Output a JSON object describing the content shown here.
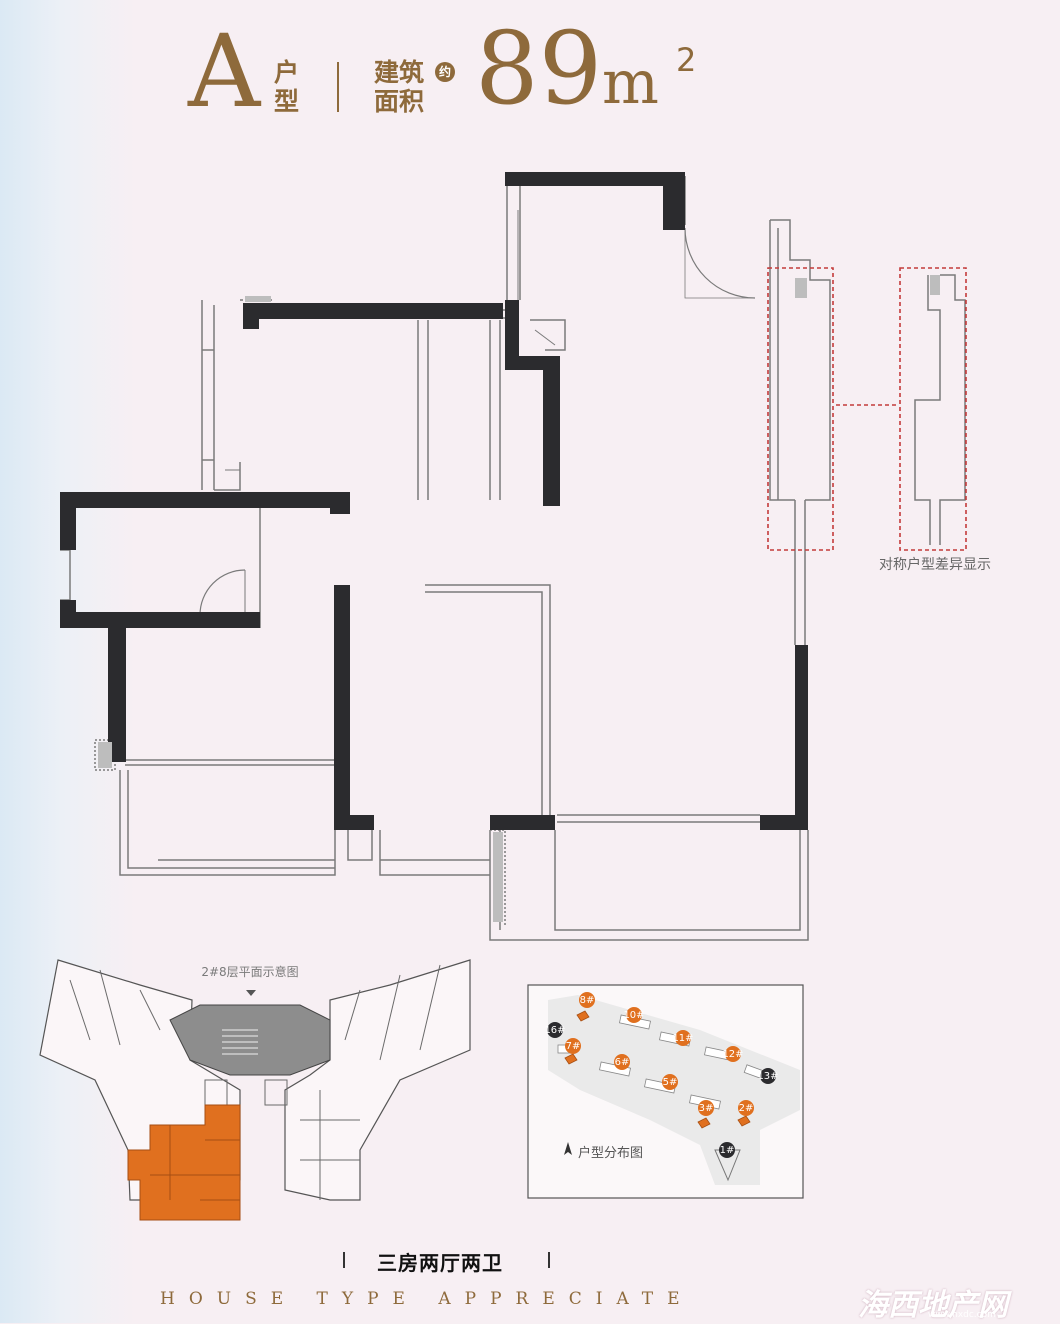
{
  "header": {
    "unit_type": "A",
    "unit_label": "户\n型",
    "area_label": "建筑\n面积",
    "area_badge": "约",
    "area_value": "89",
    "area_unit": "m",
    "area_sup": "2"
  },
  "diagram": {
    "symmetry_caption": "对称户型差异显示",
    "level_plan_label": "2#8层平面示意图",
    "distribution_label": "户型分布图",
    "buildings": [
      "8#",
      "10#",
      "11#",
      "12#",
      "13#",
      "16#",
      "7#",
      "6#",
      "5#",
      "3#",
      "2#",
      "1#"
    ],
    "highlighted_buildings": [
      "8#",
      "7#",
      "3#",
      "2#"
    ]
  },
  "footer": {
    "house_type": "三房两厅两卫",
    "english": "HOUSE TYPE APPRECIATE"
  },
  "colors": {
    "brand": "#8e6a3b",
    "wall": "#2b2b2e",
    "highlight": "#e0701f",
    "dash": "#c43b3b",
    "background": "#f7eff3"
  },
  "watermark": {
    "text": "海西地产网",
    "url": "www.hxdc.com"
  }
}
